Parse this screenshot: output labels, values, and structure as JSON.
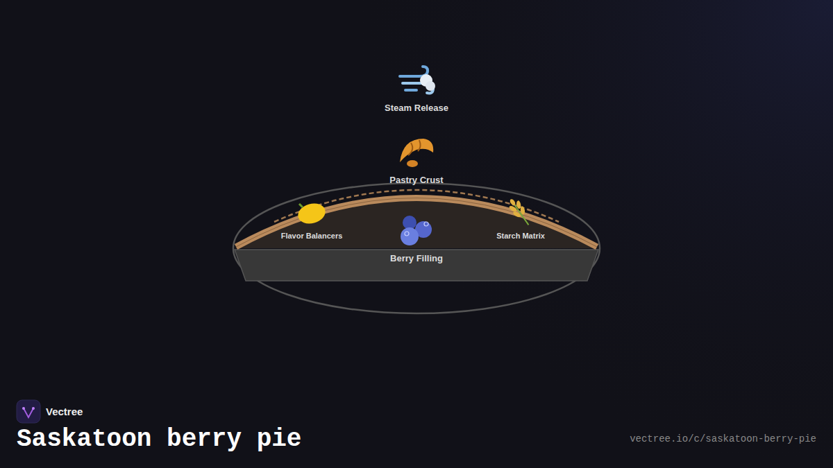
{
  "diagram": {
    "title": "Saskatoon berry pie",
    "labels": [
      "Steam Release",
      "Pastry Crust",
      "Flavor Balancers",
      "Starch Matrix",
      "Berry Filling",
      "Vectree",
      "vectree.io/c/saskatoon-berry-pie"
    ]
  }
}
